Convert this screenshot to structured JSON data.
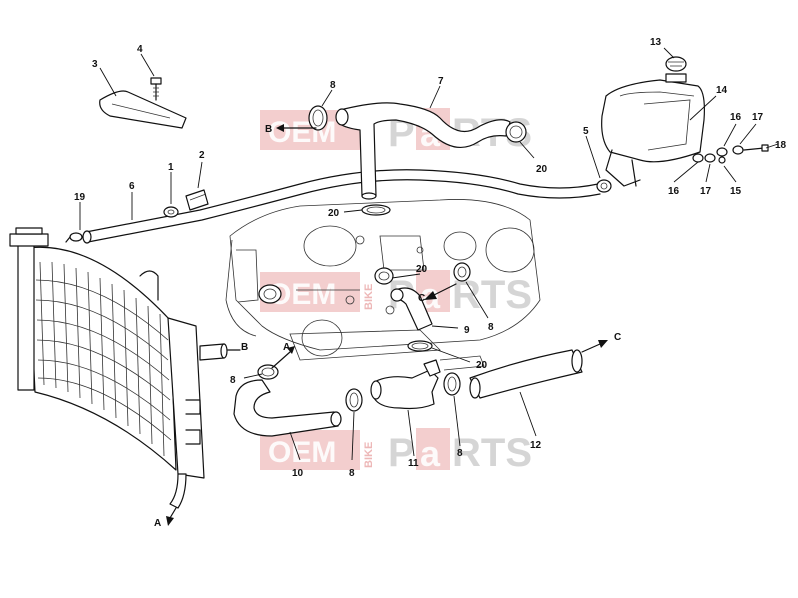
{
  "watermark": {
    "brand_left": "OEM",
    "brand_mid": "BIKE",
    "brand_right_accent": "a",
    "brand_right_pre": "P",
    "brand_right_post": "RTS",
    "accent_color": "#e9a6a6"
  },
  "callouts": {
    "c1": "1",
    "c2": "2",
    "c3": "3",
    "c4": "4",
    "c5": "5",
    "c6": "6",
    "c7": "7",
    "c8a": "8",
    "c8b": "8",
    "c8c": "8",
    "c8d": "8",
    "c8e": "8",
    "c9": "9",
    "c10": "10",
    "c11": "11",
    "c12": "12",
    "c13": "13",
    "c14": "14",
    "c15": "15",
    "c16a": "16",
    "c16b": "16",
    "c17a": "17",
    "c17b": "17",
    "c18": "18",
    "c19": "19",
    "c20a": "20",
    "c20b": "20",
    "c20c": "20",
    "c20d": "20"
  },
  "flow_markers": {
    "a_top": "A",
    "a_bottom": "A",
    "b_top": "B",
    "b_mid": "B",
    "c_mid": "C",
    "c_right": "C"
  }
}
